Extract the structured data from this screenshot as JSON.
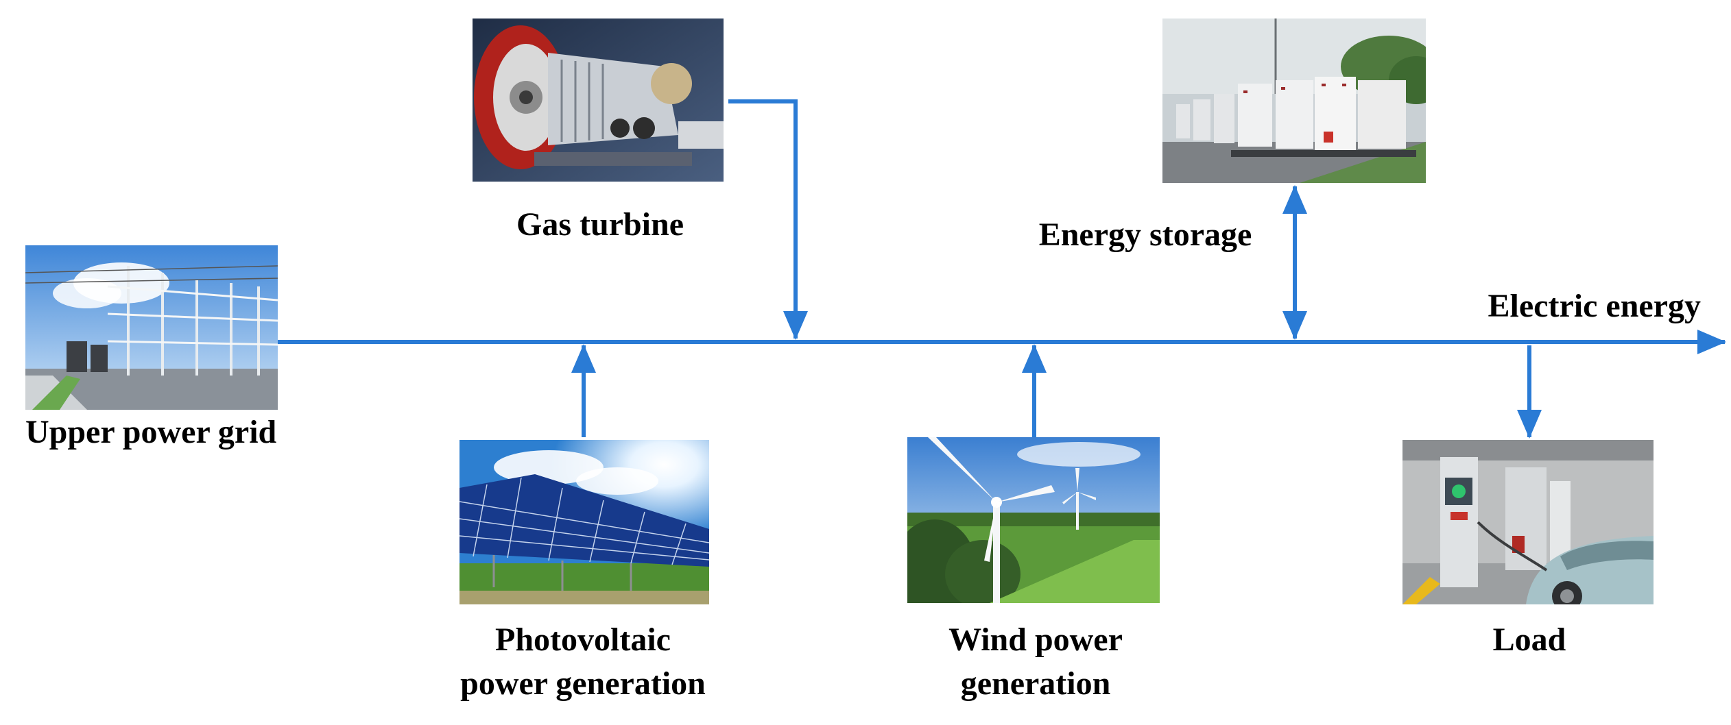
{
  "diagram": {
    "bus_label": "Electric energy",
    "accent_color": "#2a7bd5",
    "nodes": {
      "upper_grid": {
        "label": "Upper power grid",
        "icon": "substation-photo"
      },
      "gas_turbine": {
        "label": "Gas turbine",
        "icon": "gas-turbine-photo",
        "flow": "to-bus"
      },
      "energy_storage": {
        "label": "Energy storage",
        "icon": "battery-storage-photo",
        "flow": "bidirectional"
      },
      "photovoltaic": {
        "label_line1": "Photovoltaic",
        "label_line2": "power generation",
        "icon": "solar-panel-photo",
        "flow": "to-bus"
      },
      "wind": {
        "label_line1": "Wind power",
        "label_line2": "generation",
        "icon": "wind-turbine-photo",
        "flow": "to-bus"
      },
      "load": {
        "label": "Load",
        "icon": "ev-charging-photo",
        "flow": "from-bus"
      }
    }
  }
}
